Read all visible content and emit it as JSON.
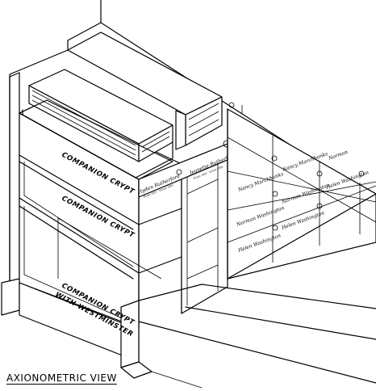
{
  "labels": {
    "crypt_top": "COMPANION CRYPT",
    "crypt_middle": "COMPANION CRYPT",
    "crypt_bottom_line1": "COMPANION CRYPT",
    "crypt_bottom_line2": "WITH WESTMINSTER"
  },
  "view_title": "AXIONOMETRIC VIEW",
  "plates": {
    "front_left": "Hyden Rutherford",
    "front_right": "Jeanette Rutherford",
    "grid": [
      "Nancy Marchbanks",
      "Nancy Marchbanks",
      "Norman Washington",
      "Norman Washington",
      "Helen Washington",
      "Helen Washington",
      "Norman",
      "Helen Washington"
    ]
  }
}
